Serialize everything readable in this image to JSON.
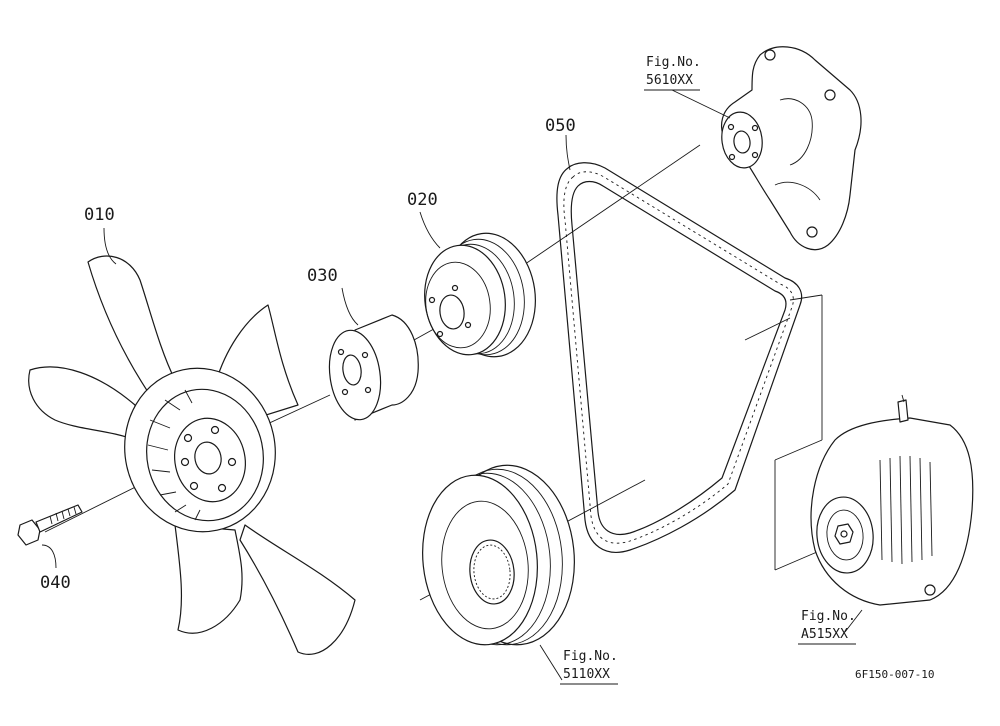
{
  "parts": {
    "fan": "010",
    "pulley": "020",
    "spacer": "030",
    "bolt": "040",
    "belt": "050"
  },
  "refs": {
    "water_pump_fig_label": "Fig.No.",
    "water_pump_fig_no": "5610XX",
    "crank_pulley_fig_label": "Fig.No.",
    "crank_pulley_fig_no": "5110XX",
    "alternator_fig_label": "Fig.No.",
    "alternator_fig_no": "A515XX"
  },
  "drawing_code": "6F150-007-10"
}
